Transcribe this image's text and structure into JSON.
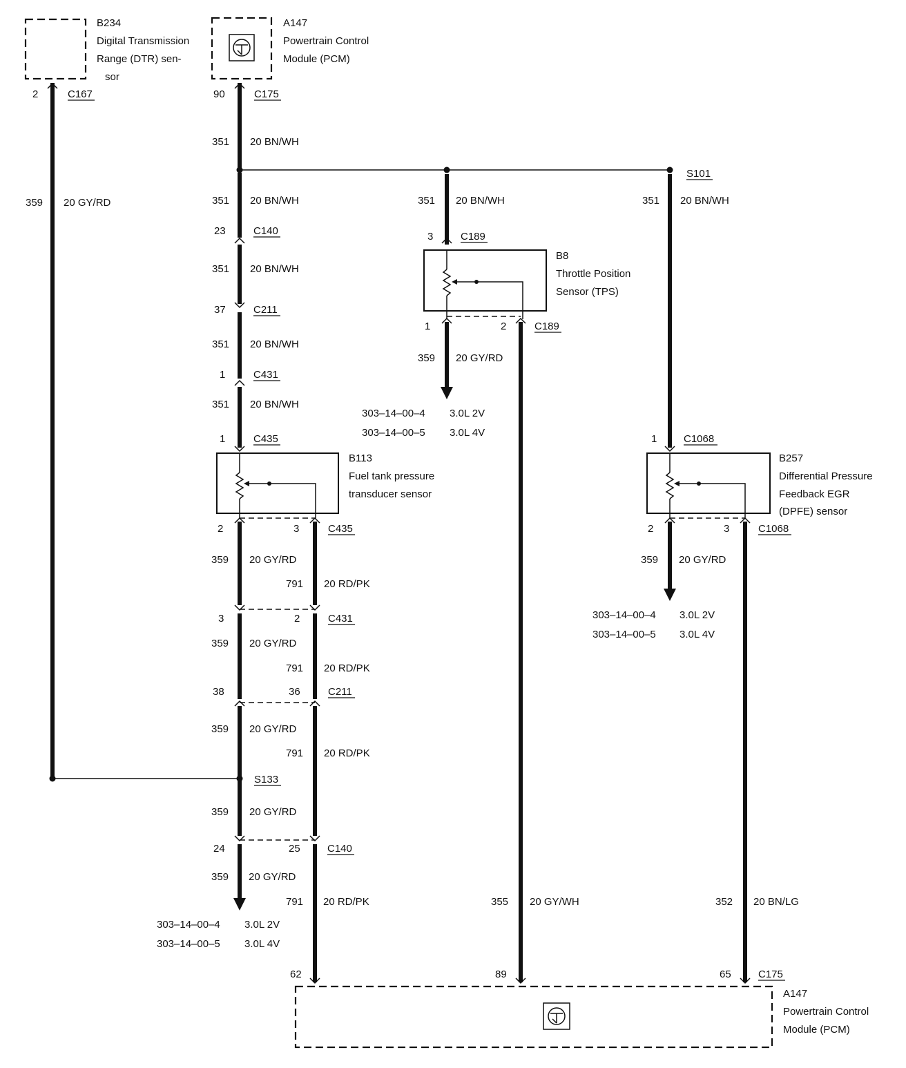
{
  "components": {
    "b234": {
      "id": "B234",
      "l1": "Digital Transmission",
      "l2": "Range (DTR) sen-",
      "l3": "sor"
    },
    "pcm_top": {
      "id": "A147",
      "l1": "Powertrain Control",
      "l2": "Module (PCM)"
    },
    "pcm_bottom": {
      "id": "A147",
      "l1": "Powertrain Control",
      "l2": "Module (PCM)"
    },
    "b8": {
      "id": "B8",
      "l1": "Throttle Position",
      "l2": "Sensor (TPS)"
    },
    "b113": {
      "id": "B113",
      "l1": "Fuel tank pressure",
      "l2": "transducer sensor"
    },
    "b257": {
      "id": "B257",
      "l1": "Differential Pressure",
      "l2": "Feedback EGR",
      "l3": "(DPFE) sensor"
    }
  },
  "connectors": {
    "c167": "C167",
    "c175": "C175",
    "c140": "C140",
    "c211": "C211",
    "c431": "C431",
    "c435": "C435",
    "c189": "C189",
    "c1068": "C1068",
    "s101": "S101",
    "s133": "S133"
  },
  "pins": {
    "b234_2": "2",
    "pcm_90": "90",
    "c140_23": "23",
    "c211_37": "37",
    "c431_1": "1",
    "c435_1": "1",
    "b8_3": "3",
    "b8_1": "1",
    "b8_2": "2",
    "b113_2": "2",
    "b113_3": "3",
    "c431_3": "3",
    "c431_2": "2",
    "c211_38": "38",
    "c211_36": "36",
    "c140_24": "24",
    "c140_25": "25",
    "dpfe_1": "1",
    "dpfe_2": "2",
    "dpfe_3": "3",
    "pcm_62": "62",
    "pcm_89": "89",
    "pcm_65": "65"
  },
  "wires": {
    "w351_a": {
      "circuit": "351",
      "spec": "20 BN/WH"
    },
    "w351_b": {
      "circuit": "351",
      "spec": "20 BN/WH"
    },
    "w351_c": {
      "circuit": "351",
      "spec": "20 BN/WH"
    },
    "w351_d": {
      "circuit": "351",
      "spec": "20 BN/WH"
    },
    "w351_e": {
      "circuit": "351",
      "spec": "20 BN/WH"
    },
    "w351_tps": {
      "circuit": "351",
      "spec": "20 BN/WH"
    },
    "w351_dpfe": {
      "circuit": "351",
      "spec": "20 BN/WH"
    },
    "w359_dtr": {
      "circuit": "359",
      "spec": "20 GY/RD"
    },
    "w359_tps": {
      "circuit": "359",
      "spec": "20 GY/RD"
    },
    "w359_dpfe": {
      "circuit": "359",
      "spec": "20 GY/RD"
    },
    "w359_a": {
      "circuit": "359",
      "spec": "20 GY/RD"
    },
    "w791_a": {
      "circuit": "791",
      "spec": "20 RD/PK"
    },
    "w359_b": {
      "circuit": "359",
      "spec": "20 GY/RD"
    },
    "w791_b": {
      "circuit": "791",
      "spec": "20 RD/PK"
    },
    "w359_c": {
      "circuit": "359",
      "spec": "20 GY/RD"
    },
    "w791_c": {
      "circuit": "791",
      "spec": "20 RD/PK"
    },
    "w359_d": {
      "circuit": "359",
      "spec": "20 GY/RD"
    },
    "w359_e": {
      "circuit": "359",
      "spec": "20 GY/RD"
    },
    "w791_e": {
      "circuit": "791",
      "spec": "20 RD/PK"
    },
    "w355": {
      "circuit": "355",
      "spec": "20 GY/WH"
    },
    "w352": {
      "circuit": "352",
      "spec": "20 BN/LG"
    }
  },
  "references": {
    "tps": [
      {
        "code": "303–14–00–4",
        "engine": "3.0L 2V"
      },
      {
        "code": "303–14–00–5",
        "engine": "3.0L 4V"
      }
    ],
    "dpfe": [
      {
        "code": "303–14–00–4",
        "engine": "3.0L 2V"
      },
      {
        "code": "303–14–00–5",
        "engine": "3.0L 4V"
      }
    ],
    "ground": [
      {
        "code": "303–14–00–4",
        "engine": "3.0L 2V"
      },
      {
        "code": "303–14–00–5",
        "engine": "3.0L 4V"
      }
    ]
  }
}
